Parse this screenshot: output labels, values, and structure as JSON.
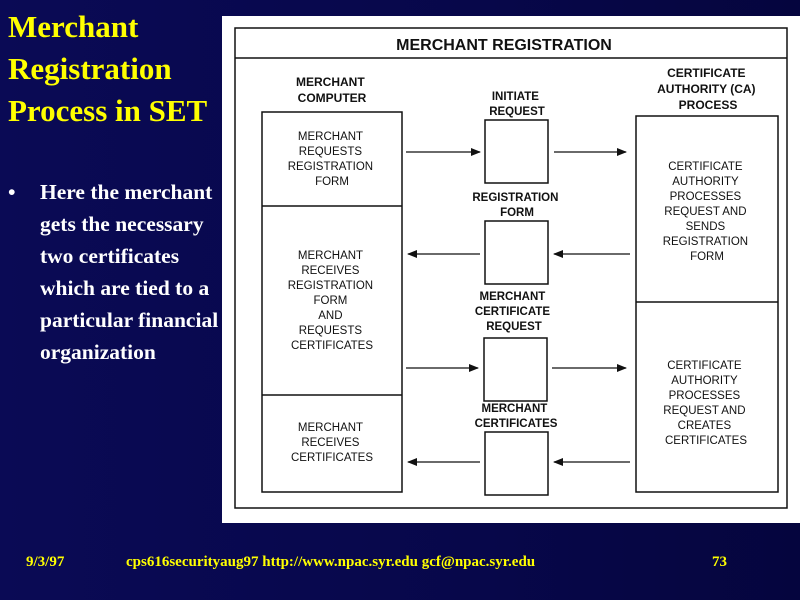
{
  "slide": {
    "title": "Merchant Registration Process in SET",
    "bullet": "Here the merchant gets the necessary two certificates which are tied to a particular financial organization"
  },
  "diagram": {
    "header": "MERCHANT REGISTRATION",
    "columns": {
      "left": [
        "MERCHANT",
        "COMPUTER"
      ],
      "right": [
        "CERTIFICATE",
        "AUTHORITY (CA)",
        "PROCESS"
      ]
    },
    "left_boxes": [
      [
        "MERCHANT",
        "REQUESTS",
        "REGISTRATION",
        "FORM"
      ],
      [
        "MERCHANT",
        "RECEIVES",
        "REGISTRATION",
        "FORM",
        "AND",
        "REQUESTS",
        "CERTIFICATES"
      ],
      [
        "MERCHANT",
        "RECEIVES",
        "CERTIFICATES"
      ]
    ],
    "right_boxes": [
      [
        "CERTIFICATE",
        "AUTHORITY",
        "PROCESSES",
        "REQUEST AND",
        "SENDS",
        "REGISTRATION",
        "FORM"
      ],
      [
        "CERTIFICATE",
        "AUTHORITY",
        "PROCESSES",
        "REQUEST AND",
        "CREATES",
        "CERTIFICATES"
      ]
    ],
    "messages": [
      {
        "label": [
          "INITIATE",
          "REQUEST"
        ],
        "direction": "right"
      },
      {
        "label": [
          "REGISTRATION",
          "FORM"
        ],
        "direction": "left"
      },
      {
        "label": [
          "MERCHANT",
          "CERTIFICATE",
          "REQUEST"
        ],
        "direction": "right"
      },
      {
        "label": [
          "MERCHANT",
          "CERTIFICATES"
        ],
        "direction": "left"
      }
    ]
  },
  "footer": {
    "date": "9/3/97",
    "center": "cps616securityaug97 http://www.npac.syr.edu gcf@npac.syr.edu",
    "page": "73"
  }
}
